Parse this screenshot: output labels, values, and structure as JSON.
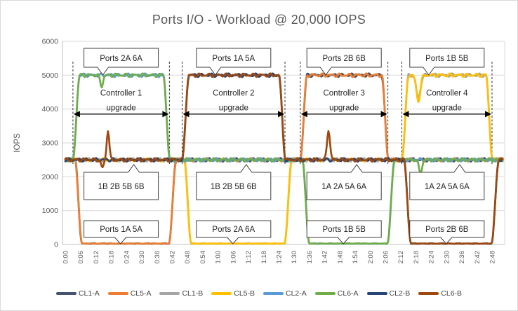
{
  "chart_data": {
    "type": "line",
    "title": "Ports I/O - Workload @ 20,000 IOPS",
    "ylabel": "IOPS",
    "ylim": [
      0,
      6000
    ],
    "yticks": [
      0,
      1000,
      2000,
      3000,
      4000,
      5000,
      6000
    ],
    "xtick_labels": [
      "0:00",
      "0:06",
      "0:12",
      "0:18",
      "0:24",
      "0:30",
      "0:36",
      "0:42",
      "0:48",
      "0:54",
      "1:00",
      "1:06",
      "1:12",
      "1:18",
      "1:24",
      "1:30",
      "1:36",
      "1:42",
      "1:48",
      "1:54",
      "2:00",
      "2:06",
      "2:12",
      "2:18",
      "2:24",
      "2:30",
      "2:36",
      "2:42",
      "2:48"
    ],
    "x_total_minutes": 168,
    "grid": true,
    "legend_position": "bottom",
    "baseline_iops": 2500,
    "failover_high_iops": 5000,
    "offline_iops": 0,
    "annotation_arrow_y": 3850,
    "series": [
      {
        "name": "CL1-A",
        "color": "#44546A"
      },
      {
        "name": "CL5-A",
        "color": "#ED7D31"
      },
      {
        "name": "CL1-B",
        "color": "#A5A5A5"
      },
      {
        "name": "CL5-B",
        "color": "#FFC000"
      },
      {
        "name": "CL2-A",
        "color": "#5B9BD5"
      },
      {
        "name": "CL6-A",
        "color": "#70AD47"
      },
      {
        "name": "CL2-B",
        "color": "#264478"
      },
      {
        "name": "CL6-B",
        "color": "#9E480E"
      }
    ],
    "sections": [
      {
        "upgrade_label_lines": [
          "Controller 1",
          "upgrade"
        ],
        "window_minutes": [
          3,
          41
        ],
        "callout_top": "Ports 2A 6A",
        "callout_mid": "1B 2B 5B 6B",
        "callout_bottom": "Ports 1A 5A",
        "high_series": [
          "CL2-A",
          "CL6-A"
        ],
        "low_series": [
          "CL1-A",
          "CL5-A"
        ],
        "events": [
          {
            "series": "CL6-A",
            "t": 14.3,
            "dv": -320,
            "w": 0.8
          },
          {
            "series": "CL6-B",
            "t": 14.6,
            "dv": -230,
            "w": 0.8
          },
          {
            "series": "CL6-B",
            "t": 16.8,
            "dv": 880,
            "w": 0.7
          }
        ]
      },
      {
        "upgrade_label_lines": [
          "Controller 2",
          "upgrade"
        ],
        "window_minutes": [
          46,
          86.5
        ],
        "callout_top": "Ports 1A 5A",
        "callout_mid": "1B 2B 5B 6B",
        "callout_bottom": "Ports 2A 6A",
        "high_series": [
          "CL2-B",
          "CL6-B"
        ],
        "low_series": [
          "CL1-B",
          "CL5-B"
        ],
        "events": []
      },
      {
        "upgrade_label_lines": [
          "Controller 3",
          "upgrade"
        ],
        "window_minutes": [
          92.5,
          127
        ],
        "callout_top": "Ports 2B 6B",
        "callout_mid": "1A 2A 5A 6A",
        "callout_bottom": "Ports 1B 5B",
        "high_series": [
          "CL1-A",
          "CL5-A"
        ],
        "low_series": [
          "CL2-A",
          "CL6-A"
        ],
        "events": [
          {
            "series": "CL6-B",
            "t": 103.6,
            "dv": 900,
            "w": 0.8
          }
        ]
      },
      {
        "upgrade_label_lines": [
          "Controller 4",
          "upgrade"
        ],
        "window_minutes": [
          132.5,
          168
        ],
        "callout_top": "Ports 1B 5B",
        "callout_mid": "1A 2A 5A 6A",
        "callout_bottom": "Ports 2B 6B",
        "high_series": [
          "CL1-B",
          "CL5-B"
        ],
        "low_series": [
          "CL2-B",
          "CL6-B"
        ],
        "events": [
          {
            "series": "CL5-B",
            "t": 139,
            "dv": -760,
            "w": 1.1
          },
          {
            "series": "CL1-B",
            "t": 139,
            "dv": -700,
            "w": 1.1
          },
          {
            "series": "CL6-A",
            "t": 139.8,
            "dv": -380,
            "w": 0.9
          }
        ]
      }
    ],
    "style_colors": {
      "axis_text": "#595959",
      "gridline": "#d9d9d9",
      "annotation": "#262626"
    }
  }
}
